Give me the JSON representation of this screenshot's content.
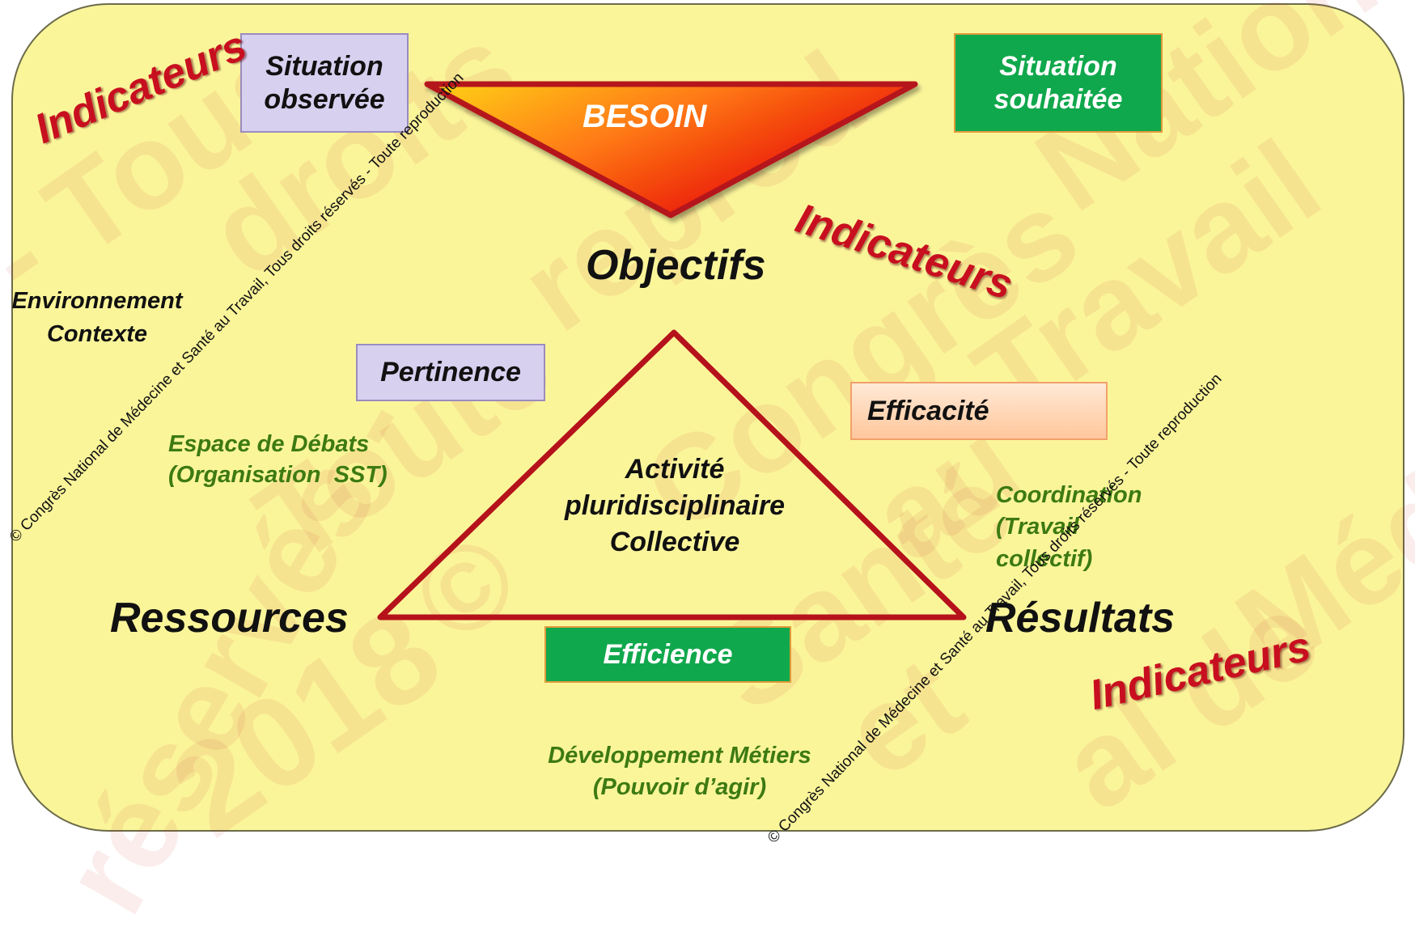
{
  "besoin": "BESOIN",
  "situation_observee": "Situation observée",
  "situation_souhaitee": "Situation souhaitée",
  "indicateurs": "Indicateurs",
  "objectifs": "Objectifs",
  "environnement": {
    "line1": "Environnement",
    "line2": "Contexte"
  },
  "pertinence": "Pertinence",
  "efficacite": "Efficacité",
  "efficience": "Efficience",
  "activite": {
    "line1": "Activité",
    "line2": "pluridisciplinaire",
    "line3": "Collective"
  },
  "espace_debats": {
    "line1": "Espace de Débats",
    "line2": "(Organisation  SST)"
  },
  "coordination": {
    "line1": "Coordination",
    "line2": "(Travail",
    "line3": "collectif)"
  },
  "developpement": {
    "line1": "Développement Métiers",
    "line2": "(Pouvoir d’agir)"
  },
  "ressources": "Ressources",
  "resultats": "Résultats",
  "copyright": "© Congrès National de Médecine et Santé au Travail, Tous droits réservés - Toute reproduction",
  "watermark_words": [
    "droits",
    "Nationa",
    "reprod",
    "Congrès",
    "Travail",
    "Toute",
    "©",
    "Santé",
    "au",
    "Méd",
    "réservés -",
    "2018",
    "et",
    "al de",
    "- Tous"
  ],
  "colors": {
    "panel": "#fbf59a",
    "indicateurs": "#c80f1f",
    "green_box": "#10a84c",
    "triangle_stroke": "#b5121b",
    "green_text": "#3d7a12"
  }
}
